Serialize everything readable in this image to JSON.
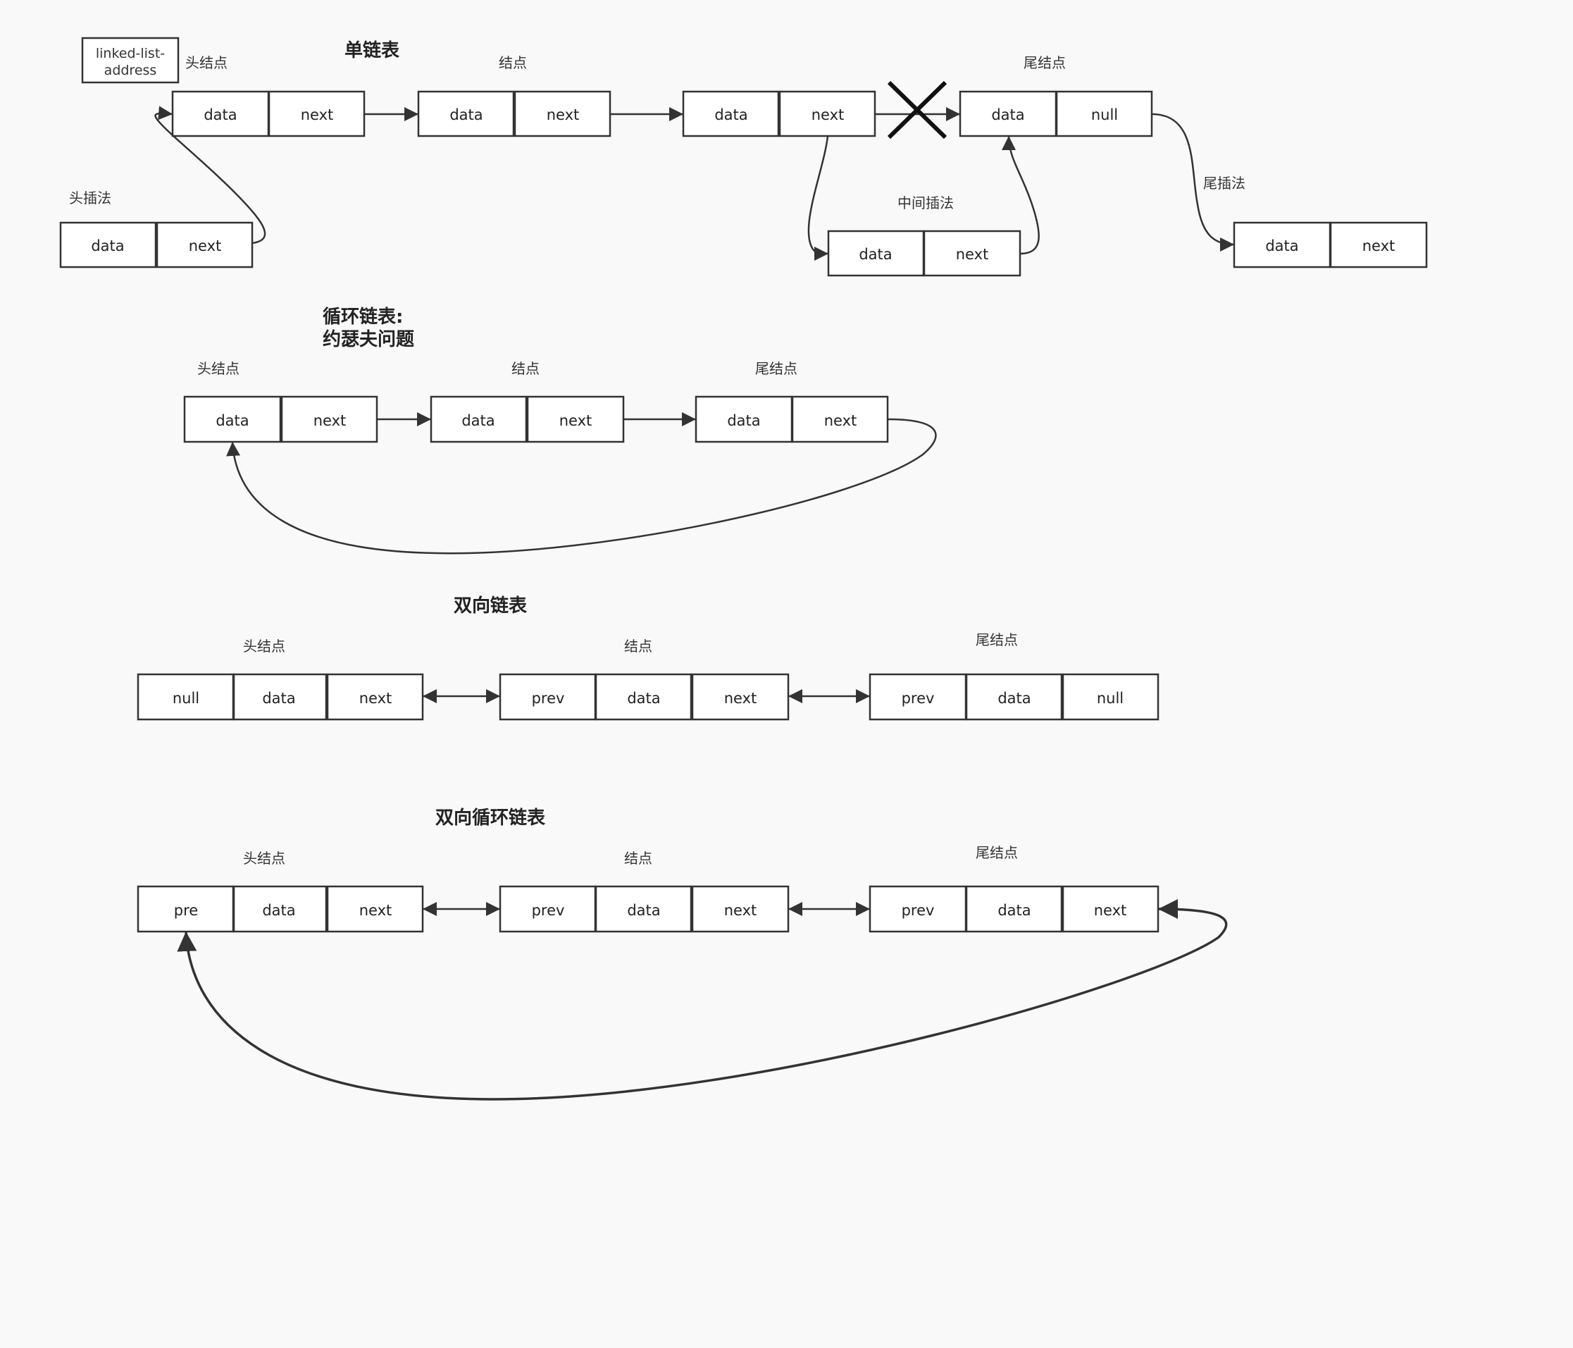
{
  "colors": {
    "stroke": "#333333",
    "background": "#f9f9f9",
    "cell_fill": "#ffffff"
  },
  "sections": {
    "singly": {
      "title": "单链表",
      "address_label": "linked-list-address",
      "head_label": "头结点",
      "node_label": "结点",
      "tail_label": "尾结点",
      "head_insert_label": "头插法",
      "middle_insert_label": "中间插法",
      "tail_insert_label": "尾插法",
      "deleted_link_icon": "cross-icon"
    },
    "circular": {
      "title_line1": "循环链表:",
      "title_line2": "约瑟夫问题",
      "head_label": "头结点",
      "node_label": "结点",
      "tail_label": "尾结点"
    },
    "doubly": {
      "title": "双向链表",
      "head_label": "头结点",
      "node_label": "结点",
      "tail_label": "尾结点"
    },
    "doubly_circular": {
      "title": "双向循环链表",
      "head_label": "头结点",
      "node_label": "结点",
      "tail_label": "尾结点"
    }
  },
  "cell_text": {
    "data": "data",
    "next": "next",
    "null": "null",
    "prev": "prev",
    "pre": "pre"
  }
}
